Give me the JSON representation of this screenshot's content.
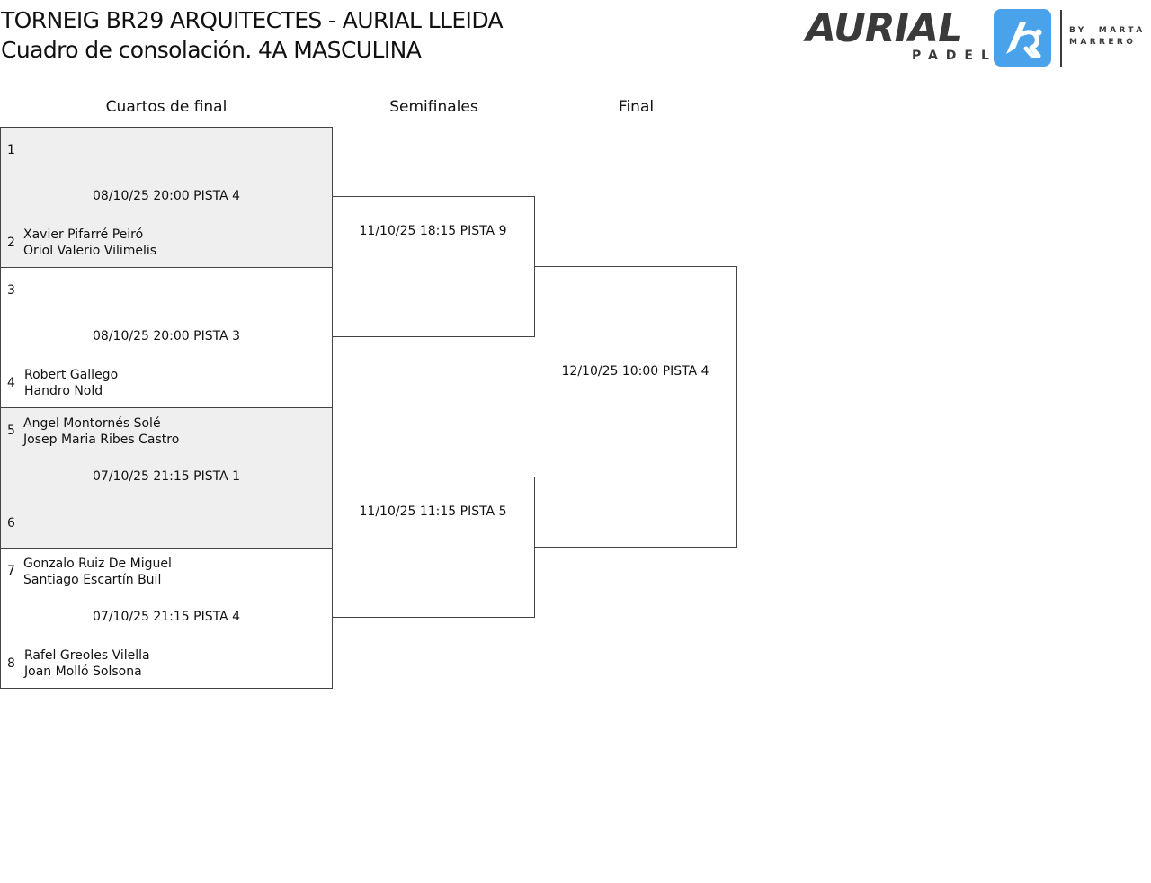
{
  "header": {
    "title": "TORNEIG BR29 ARQUITECTES - AURIAL LLEIDA",
    "subtitle": "Cuadro de consolación. 4A MASCULINA"
  },
  "logo": {
    "word": "AURIAL",
    "sub": "PADEL",
    "by": "BY  MARTA\nMARRERO",
    "badge_color": "#4aa3ea",
    "text_color": "#3a3a3a"
  },
  "rounds": {
    "quarterfinals": "Cuartos de final",
    "semifinals": "Semifinales",
    "final": "Final"
  },
  "quarterfinals": [
    {
      "seed_top": "1",
      "players_top": [
        "",
        ""
      ],
      "info": "08/10/25 20:00 PISTA 4",
      "seed_bottom": "2",
      "players_bottom": [
        "Xavier Pifarré Peiró",
        "Oriol Valerio Vilimelis"
      ]
    },
    {
      "seed_top": "3",
      "players_top": [
        "",
        ""
      ],
      "info": "08/10/25 20:00 PISTA 3",
      "seed_bottom": "4",
      "players_bottom": [
        "Robert Gallego",
        "Handro Nold"
      ]
    },
    {
      "seed_top": "5",
      "players_top": [
        "Angel Montornés Solé",
        "Josep Maria Ribes Castro"
      ],
      "info": "07/10/25 21:15 PISTA 1",
      "seed_bottom": "6",
      "players_bottom": [
        "",
        ""
      ]
    },
    {
      "seed_top": "7",
      "players_top": [
        "Gonzalo Ruiz De Miguel",
        "Santiago Escartín Buil"
      ],
      "info": "07/10/25 21:15 PISTA 4",
      "seed_bottom": "8",
      "players_bottom": [
        "Rafel Greoles Vilella",
        "Joan Molló Solsona"
      ]
    }
  ],
  "semifinals": [
    {
      "info": "11/10/25 18:15 PISTA 9"
    },
    {
      "info": "11/10/25 11:15 PISTA 5"
    }
  ],
  "final": {
    "info": "12/10/25 10:00 PISTA 4"
  }
}
